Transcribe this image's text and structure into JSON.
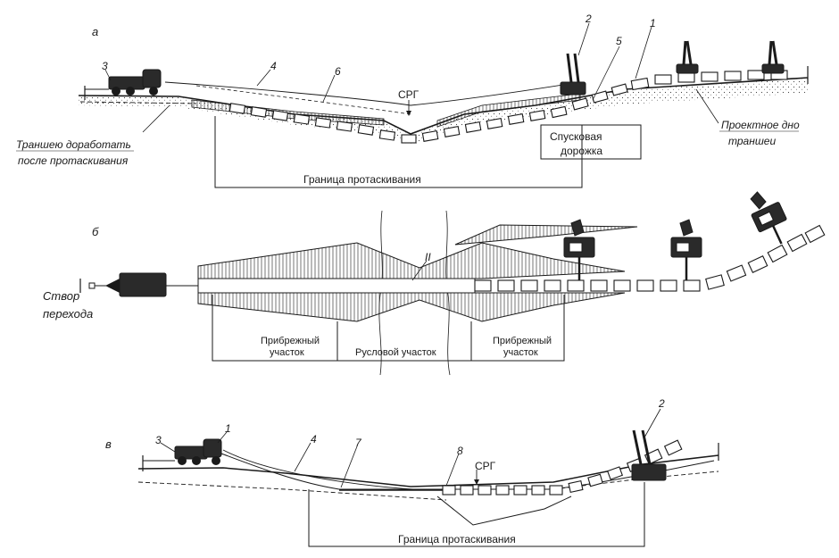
{
  "panels": {
    "a": {
      "letter": "а",
      "callouts": {
        "n1": "1",
        "n2": "2",
        "n3": "3",
        "n4": "4",
        "n5": "5",
        "n6": "6"
      },
      "srg": "СРГ",
      "trench_note": [
        "Траншею доработать",
        "после протаскивания"
      ],
      "design_bottom": [
        "Проектное дно",
        "траншеи"
      ],
      "launch_track": [
        "Спусковая",
        "дорожка"
      ],
      "pull_boundary": "Граница протаскивания"
    },
    "b": {
      "letter": "б",
      "roman": "II",
      "crossing_line": [
        "Створ",
        "перехода"
      ],
      "zones": {
        "left": [
          "Прибрежный",
          "участок"
        ],
        "mid": "Русловой участок",
        "right": [
          "Прибрежный",
          "участок"
        ]
      }
    },
    "c": {
      "letter": "в",
      "callouts": {
        "n1": "1",
        "n2": "2",
        "n3": "3",
        "n4": "4",
        "n7": "7",
        "n8": "8"
      },
      "srg": "СРГ",
      "pull_boundary": "Граница протаскивания"
    }
  },
  "icons": [
    "winch-tractor-icon",
    "pipelayer-crane-icon",
    "pipe-segment-icon",
    "arrow-down-icon"
  ],
  "colors": {
    "ink": "#1a1a1a",
    "paper": "#ffffff"
  }
}
